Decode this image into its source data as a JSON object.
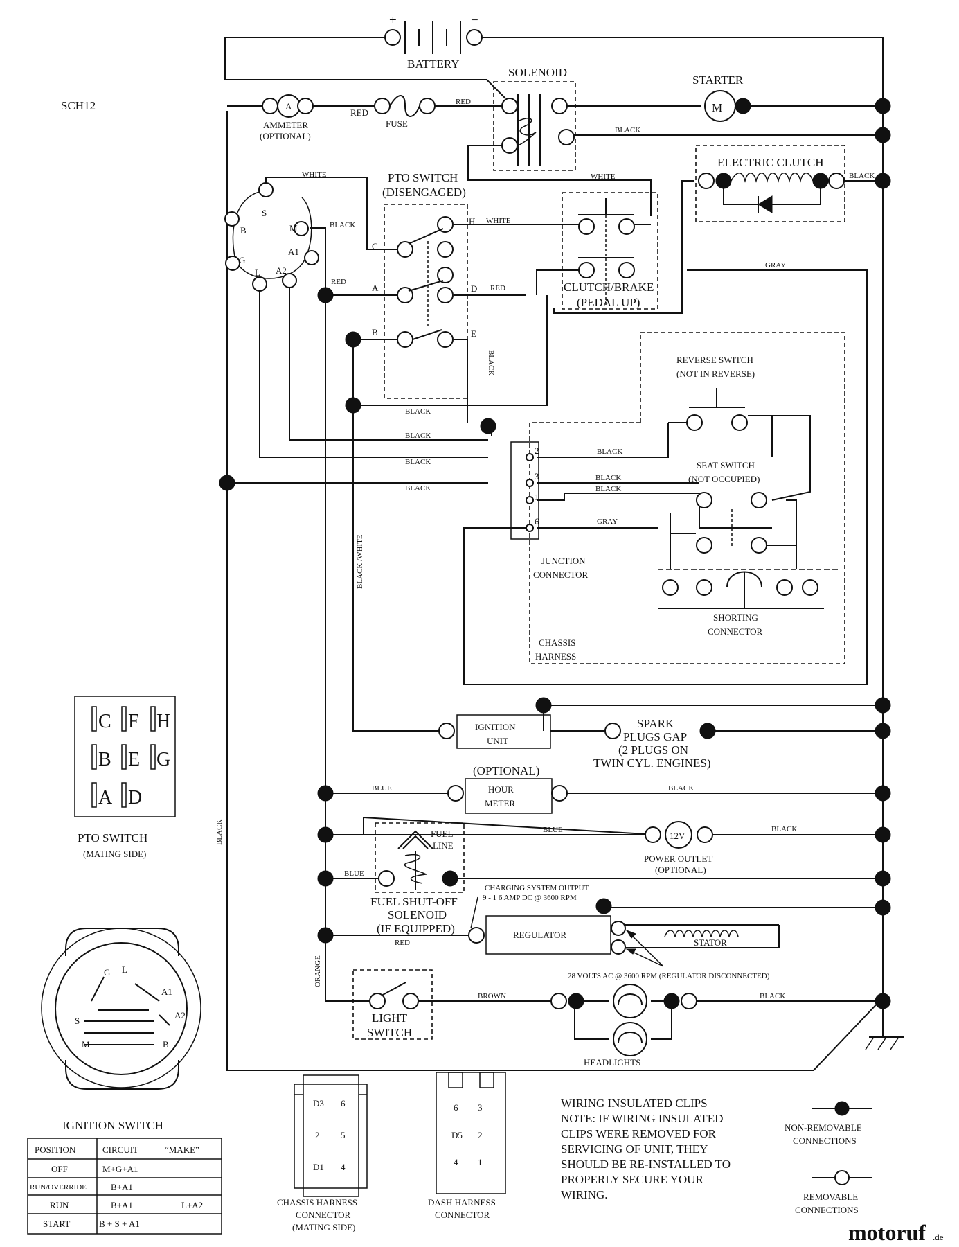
{
  "diagram_code": "SCH12",
  "components": {
    "battery": "BATTERY",
    "battery_plus": "+",
    "battery_minus": "−",
    "solenoid": "SOLENOID",
    "starter": "STARTER",
    "starter_symbol": "M",
    "ammeter": [
      "AMMETER",
      "(OPTIONAL)"
    ],
    "ammeter_symbol": "A",
    "fuse": "FUSE",
    "pto_switch": [
      "PTO SWITCH",
      "(DISENGAGED)"
    ],
    "electric_clutch": "ELECTRIC CLUTCH",
    "clutch_brake": [
      "CLUTCH/BRAKE",
      "(PEDAL UP)"
    ],
    "reverse_switch": [
      "REVERSE SWITCH",
      "(NOT IN REVERSE)"
    ],
    "seat_switch": [
      "SEAT SWITCH",
      "(NOT OCCUPIED)"
    ],
    "junction_connector": [
      "JUNCTION",
      "CONNECTOR"
    ],
    "shorting_connector": [
      "SHORTING",
      "CONNECTOR"
    ],
    "chassis_harness": [
      "CHASSIS",
      "HARNESS"
    ],
    "ignition_unit": [
      "IGNITION",
      "UNIT"
    ],
    "spark_plugs": [
      "SPARK",
      "PLUGS GAP",
      "(2 PLUGS ON",
      "TWIN CYL. ENGINES)"
    ],
    "hour_meter_optional": "(OPTIONAL)",
    "hour_meter": [
      "HOUR",
      "METER"
    ],
    "fuel_line": [
      "FUEL",
      "LINE"
    ],
    "power_outlet_symbol": "12V",
    "power_outlet": [
      "POWER OUTLET",
      "(OPTIONAL)"
    ],
    "fuel_shutoff": [
      "FUEL SHUT-OFF",
      "SOLENOID",
      "(IF EQUIPPED)"
    ],
    "charging_output": [
      "CHARGING SYSTEM OUTPUT",
      "9 - 1 6 AMP DC @ 3600 RPM"
    ],
    "regulator": "REGULATOR",
    "stator": "STATOR",
    "stator_note": "28 VOLTS AC @ 3600 RPM (REGULATOR DISCONNECTED)",
    "light_switch": [
      "LIGHT",
      "SWITCH"
    ],
    "headlights": "HEADLIGHTS"
  },
  "ignition_terminals": [
    "S",
    "B",
    "M",
    "G",
    "A1",
    "L",
    "A2"
  ],
  "pto_terminals": [
    "C",
    "H",
    "A",
    "D",
    "B",
    "E"
  ],
  "junction_pins": [
    "2",
    "3",
    "1",
    "6"
  ],
  "wire_colors": {
    "red": "RED",
    "black": "BLACK",
    "white": "WHITE",
    "gray": "GRAY",
    "blue": "BLUE",
    "orange": "ORANGE",
    "brown": "BROWN",
    "black_white": "BLACK /WHITE"
  },
  "pto_mating": {
    "title": [
      "PTO SWITCH",
      "(MATING SIDE)"
    ],
    "pins": [
      "C",
      "F",
      "H",
      "B",
      "E",
      "G",
      "A",
      "D"
    ]
  },
  "ignition_switch": {
    "title": "IGNITION SWITCH",
    "face_labels": [
      "G",
      "L",
      "A1",
      "S",
      "A2",
      "M",
      "B"
    ],
    "table_headers": [
      "POSITION",
      "CIRCUIT",
      "“MAKE”"
    ],
    "table_rows": [
      [
        "OFF",
        "M+G+A1",
        ""
      ],
      [
        "RUN/OVERRIDE",
        "B+A1",
        ""
      ],
      [
        "RUN",
        "B+A1",
        "L+A2"
      ],
      [
        "START",
        "B + S + A1",
        ""
      ]
    ]
  },
  "chassis_connector": {
    "title": [
      "CHASSIS HARNESS",
      "CONNECTOR",
      "(MATING SIDE)"
    ],
    "pins": [
      "D3",
      "6",
      "2",
      "5",
      "D1",
      "4"
    ]
  },
  "dash_connector": {
    "title": [
      "DASH HARNESS",
      "CONNECTOR"
    ],
    "pins": [
      "6",
      "3",
      "D5",
      "2",
      "4",
      "1"
    ]
  },
  "note": [
    "WIRING INSULATED CLIPS",
    "NOTE:  IF WIRING INSULATED",
    "CLIPS WERE REMOVED FOR",
    "SERVICING OF UNIT, THEY",
    "SHOULD BE RE-INSTALLED TO",
    "PROPERLY SECURE YOUR",
    "WIRING."
  ],
  "legend": {
    "non_removable": [
      "NON-REMOVABLE",
      "CONNECTIONS"
    ],
    "removable": [
      "REMOVABLE",
      "CONNECTIONS"
    ]
  },
  "watermark": {
    "text": "motoruf",
    "suffix": ".de"
  }
}
